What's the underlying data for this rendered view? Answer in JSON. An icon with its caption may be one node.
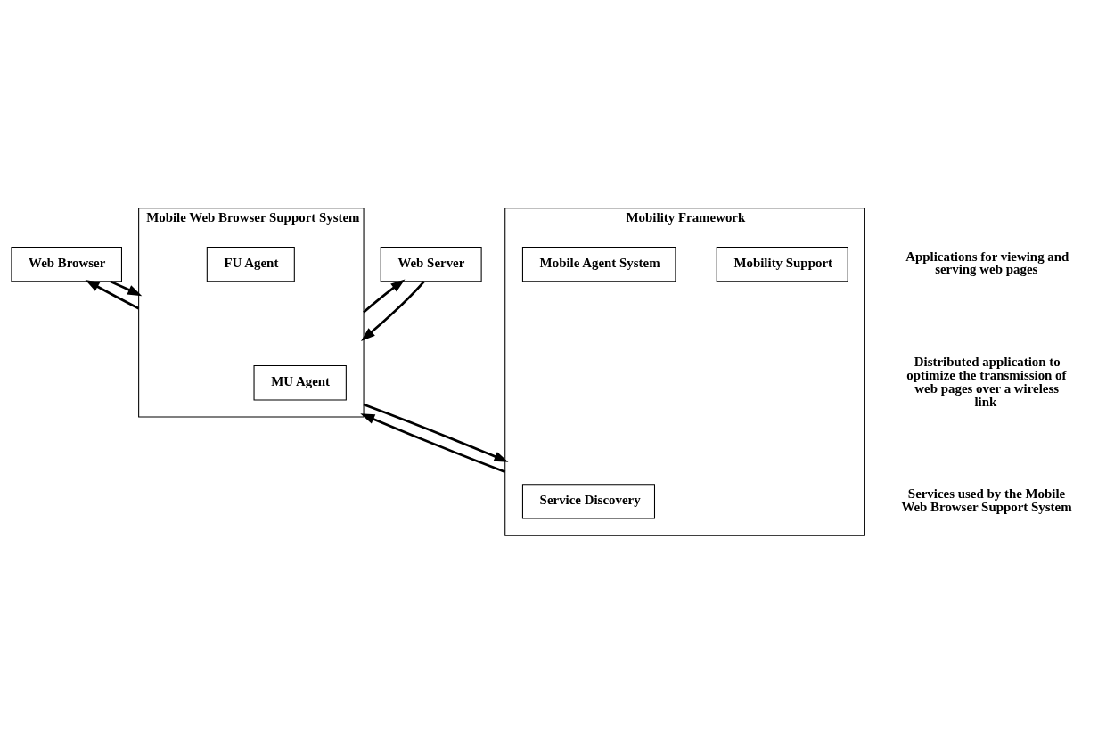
{
  "diagram": {
    "nodes": [
      {
        "text": [
          "Web Browser"
        ]
      },
      {
        "text": [
          "Web Server"
        ]
      },
      {
        "text": [
          "Mobile Web Browser Support System"
        ]
      },
      {
        "text": [
          "MU Agent"
        ],
        "in": 2
      },
      {
        "text": [
          "FU Agent"
        ],
        "in": 2
      },
      {
        "text": [
          "Mobility Framework"
        ]
      },
      {
        "text": [
          "Mobility Support"
        ],
        "in": 5
      },
      {
        "text": [
          "Service Discovery"
        ],
        "in": 5
      },
      {
        "text": [
          "Mobile Agent System"
        ],
        "in": 5
      }
    ],
    "edges": [
      {
        "from": 0,
        "to": 2,
        "arrow": "to"
      },
      {
        "from": 2,
        "to": 0,
        "arrow": "to"
      },
      {
        "from": 1,
        "to": 2,
        "arrow": "to"
      },
      {
        "from": 2,
        "to": 1,
        "arrow": "to"
      },
      {
        "from": 2,
        "to": 5,
        "arrow": "to"
      },
      {
        "from": 5,
        "to": 2,
        "arrow": "to"
      }
    ],
    "labels": [
      "Applications for viewing and serving web pages",
      "Distributed application to optimize the transmission of web pages over a wireless link",
      "Services used by the Mobile Web Browser Support System"
    ]
  }
}
